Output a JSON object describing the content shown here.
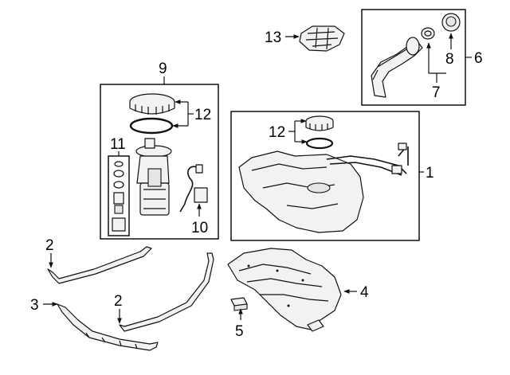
{
  "callouts": {
    "c1": "1",
    "c2a": "2",
    "c2b": "2",
    "c3": "3",
    "c4": "4",
    "c5": "5",
    "c6": "6",
    "c7": "7",
    "c8": "8",
    "c9": "9",
    "c10": "10",
    "c11": "11",
    "c12a": "12",
    "c12b": "12",
    "c13": "13"
  }
}
